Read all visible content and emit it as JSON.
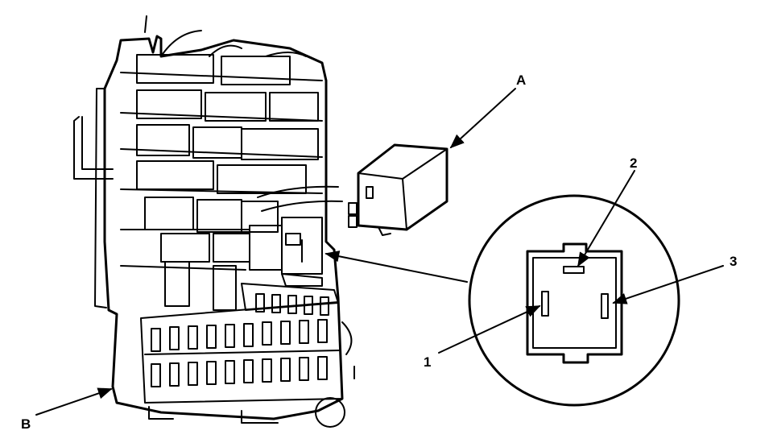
{
  "labels": {
    "relay": "A",
    "fuse_box": "B",
    "terminal_1": "1",
    "terminal_2": "2",
    "terminal_3": "3"
  },
  "colors": {
    "ink": "#000000",
    "paper": "#ffffff"
  }
}
